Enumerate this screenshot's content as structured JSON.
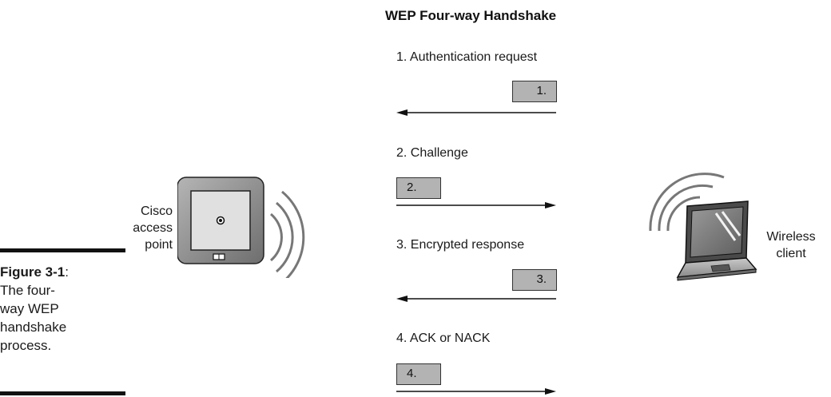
{
  "caption": {
    "figure_label": "Figure 3-1",
    "colon": ":",
    "text_lines": [
      "The four-",
      "way WEP",
      "handshake",
      "process."
    ]
  },
  "diagram": {
    "title": "WEP Four-way Handshake",
    "access_point_label": [
      "Cisco",
      "access",
      "point"
    ],
    "client_label": [
      "Wireless",
      "client"
    ],
    "steps": [
      {
        "label": "1. Authentication request",
        "badge": "1.",
        "direction": "to-access-point"
      },
      {
        "label": "2. Challenge",
        "badge": "2.",
        "direction": "to-client"
      },
      {
        "label": "3. Encrypted response",
        "badge": "3.",
        "direction": "to-access-point"
      },
      {
        "label": "4. ACK or NACK",
        "badge": "4.",
        "direction": "to-client"
      }
    ]
  },
  "colors": {
    "badge_fill": "#b3b3b3",
    "line": "#111111",
    "device_gray": "#8c8c8c"
  }
}
